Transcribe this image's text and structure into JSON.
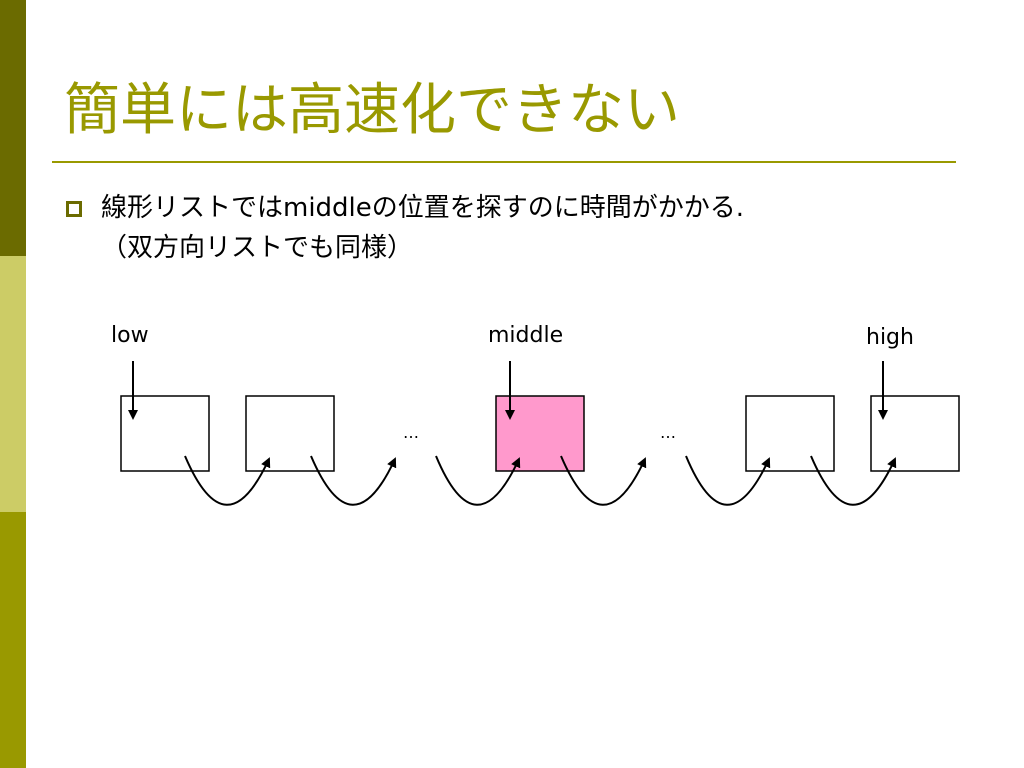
{
  "slide": {
    "title": "簡単には高速化できない",
    "bullet": {
      "line1": "線形リストではmiddleの位置を探すのに時間がかかる.",
      "line2": "（双方向リストでも同様）"
    }
  },
  "diagram": {
    "labels": {
      "low": "low",
      "middle": "middle",
      "high": "high"
    },
    "ellipsis": "…",
    "colors": {
      "node_highlight": "#ff99cc",
      "node_default": "#ffffff",
      "accent": "#999900"
    }
  }
}
